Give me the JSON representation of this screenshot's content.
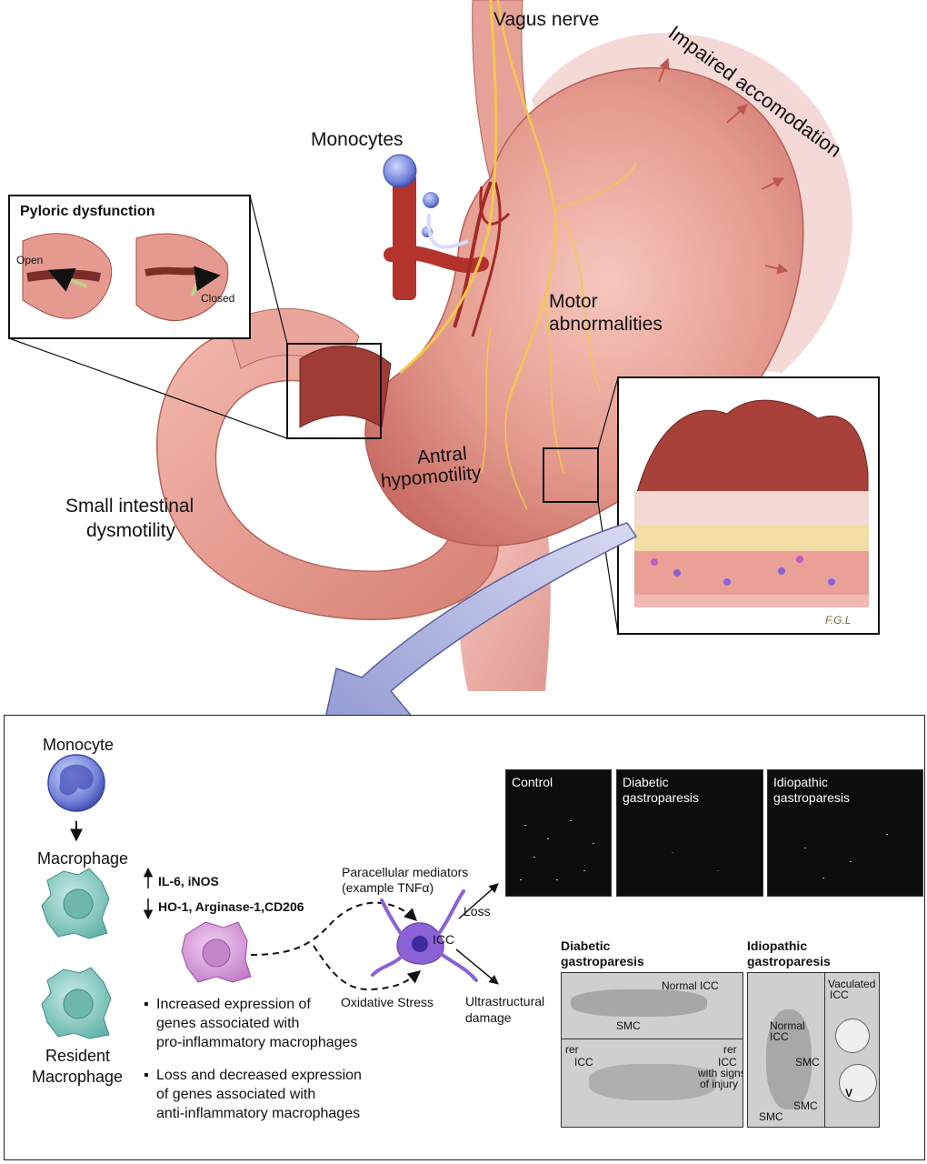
{
  "top": {
    "vagus_nerve": "Vagus nerve",
    "impaired_accommodation": "Impaired accomodation",
    "monocytes": "Monocytes",
    "motor_abnormalities_1": "Motor",
    "motor_abnormalities_2": "abnormalities",
    "antral_1": "Antral",
    "antral_2": "hypomotility",
    "small_intestinal_1": "Small intestinal",
    "small_intestinal_2": "dysmotility",
    "signature": "F.G.L"
  },
  "pyloric": {
    "title": "Pyloric dysfunction",
    "open": "Open",
    "closed": "Closed"
  },
  "bottom": {
    "monocyte": "Monocyte",
    "macrophage": "Macrophage",
    "resident_1": "Resident",
    "resident_2": "Macrophage",
    "up_genes": "IL-6, iNOS",
    "down_genes": "HO-1, Arginase-1,CD206",
    "bullet_1_lines": [
      "Increased expression of",
      "genes associated with",
      "pro-inflammatory macrophages"
    ],
    "bullet_2_lines": [
      "Loss and decreased expression",
      "of genes associated with",
      "anti-inflammatory macrophages"
    ],
    "paracellular_1": "Paracellular mediators",
    "paracellular_2": "(example TNFα)",
    "oxidative": "Oxidative Stress",
    "icc": "ICC",
    "loss": "Loss",
    "ultra_1": "Ultrastructural",
    "ultra_2": "damage",
    "micro_control": "Control",
    "micro_diabetic_1": "Diabetic",
    "micro_diabetic_2": "gastroparesis",
    "micro_idiopathic_1": "Idiopathic",
    "micro_idiopathic_2": "gastroparesis",
    "em_diabetic_1": "Diabetic",
    "em_diabetic_2": "gastroparesis",
    "em_idiopathic_1": "Idiopathic",
    "em_idiopathic_2": "gastroparesis",
    "em_d_normal_icc": "Normal ICC",
    "em_d_smc": "SMC",
    "em_d_rer_l": "rer",
    "em_d_icc_l": "ICC",
    "em_d_rer_r": "rer",
    "em_d_injury_1": "ICC",
    "em_d_injury_2": "with signs",
    "em_d_injury_3": "of injury",
    "em_i_normal_1": "Normal",
    "em_i_normal_2": "ICC",
    "em_i_smc_1": "SMC",
    "em_i_smc_2": "SMC",
    "em_i_smc_3": "SMC",
    "em_i_vac_1": "Vaculated",
    "em_i_vac_2": "ICC",
    "em_i_v": "V"
  },
  "colors": {
    "stomach": "#e79a8f",
    "stomach_dark": "#b9504a",
    "nerve": "#f2c84b",
    "monocyte": "#6f7fd6",
    "macrophage_teal": "#7fc6bd",
    "macrophage_pink": "#d59ad9",
    "icc_purple": "#8a62d6",
    "arrow_lavender": "#aab0e0"
  }
}
